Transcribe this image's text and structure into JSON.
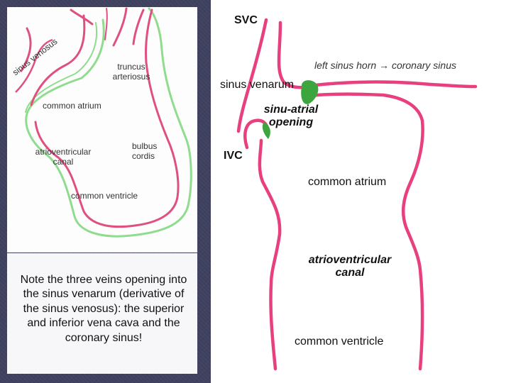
{
  "left_diagram": {
    "sinus_venosus": "sinus venosus",
    "truncus_arteriosus_1": "truncus",
    "truncus_arteriosus_2": "arteriosus",
    "common_atrium": "common atrium",
    "atrioventricular_canal_1": "atrioventricular",
    "atrioventricular_canal_2": "canal",
    "bulbus_cordis_1": "bulbus",
    "bulbus_cordis_2": "cordis",
    "common_ventricle": "common ventricle"
  },
  "note": "Note the three veins opening into the sinus venarum (derivative of the sinus venosus): the superior and inferior vena cava and the coronary sinus!",
  "right_diagram": {
    "svc": "SVC",
    "left_sinus_horn": "left sinus horn → coronary sinus",
    "sinus_venarum": "sinus venarum",
    "sinu_atrial_1": "sinu-atrial",
    "sinu_atrial_2": "opening",
    "ivc": "IVC",
    "common_atrium": "common atrium",
    "atrioventricular_canal_1": "atrioventricular",
    "atrioventricular_canal_2": "canal",
    "common_ventricle": "common ventricle"
  },
  "colors": {
    "background": "#3f4160",
    "vessel_pink": "#e8407f",
    "tissue_green": "#3da53d",
    "green_outline": "#7fd97f"
  }
}
